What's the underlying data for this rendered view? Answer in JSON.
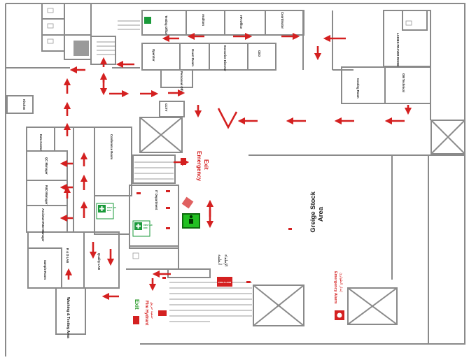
{
  "rooms": {
    "testing_office": "Testing Office",
    "auditors": "Auditors",
    "hr_office": "HR Office",
    "coordinator": "Coordinator",
    "operator": "Operator",
    "guest_room": "Guest Room",
    "executive_director": "Executive Director",
    "ceo": "CEO",
    "personnel_office": "Personnel Office",
    "ladies_prayer_room": "LADIES PRAYER ROOM",
    "costing_room": "Costing Room",
    "gm_technical": "GM Technical",
    "kitchen": "Kitchen",
    "cctv": "CCTV",
    "data_center": "Data Center",
    "qc_manager": "QC Manager",
    "rnd_manager": "R&D Manager",
    "assistant_rnd_manager": "Assistant R&D Manager",
    "conference_room": "Conference Room",
    "it_department": "IT Department",
    "rnd_lab": "R & D LAB",
    "quality_lab": "Quality LAB",
    "sample_room": "Sample Room",
    "washing_testing_area": "Washing & Testing Area"
  },
  "labels": {
    "emergency_exit_1": "Emergency",
    "emergency_exit_2": "Exit",
    "greige_1": "Greige Stock",
    "greige_2": "Area",
    "exit_sign": "Exit",
    "fire_hydrant_1": "Fire Hydrant",
    "fire_hydrant_2": "حنفية حريق",
    "emergency_alarm_1": "Emergency Alarm",
    "emergency_alarm_2": "إنذار الطوارئ",
    "first_aid_1": "FIRST AID",
    "first_aid_2": "BOX",
    "fire_panel": "FIRE ALARM",
    "arabic_fire_1": "أنظمة",
    "arabic_fire_2": "الإطفاء"
  },
  "colors": {
    "wall": "#8a8a8a",
    "arrow": "#d42020",
    "first_aid": "#1a9a3a",
    "you_are_here": "#22c022",
    "exit_green": "#2a9a2a"
  },
  "icons": {
    "first_aid": "first-aid-box-icon",
    "extinguisher": "fire-extinguisher-icon",
    "you_are_here": "you-are-here-icon",
    "hydrant": "fire-hydrant-icon",
    "alarm": "emergency-alarm-icon",
    "toilet": "toilet-icon",
    "camera": "camera-icon"
  }
}
